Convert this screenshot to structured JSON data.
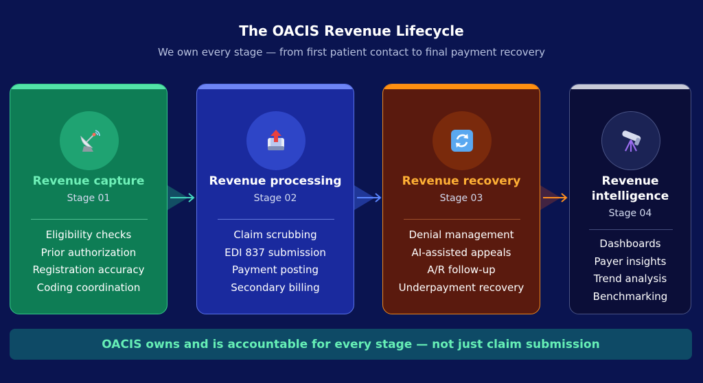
{
  "header": {
    "title": "The OACIS Revenue Lifecycle",
    "subtitle": "We own every stage — from first patient contact to final payment recovery"
  },
  "stages": [
    {
      "name": "Revenue capture",
      "stage": "Stage 01",
      "icon": "satellite-dish-icon",
      "accent": "#52e3a8",
      "items": [
        "Eligibility checks",
        "Prior authorization",
        "Registration accuracy",
        "Coding coordination"
      ]
    },
    {
      "name": "Revenue processing",
      "stage": "Stage 02",
      "icon": "outbox-tray-icon",
      "accent": "#6e85f5",
      "items": [
        "Claim scrubbing",
        "EDI 837 submission",
        "Payment posting",
        "Secondary billing"
      ]
    },
    {
      "name": "Revenue recovery",
      "stage": "Stage 03",
      "icon": "refresh-arrows-icon",
      "accent": "#ff8f10",
      "items": [
        "Denial management",
        "AI-assisted appeals",
        "A/R follow-up",
        "Underpayment recovery"
      ]
    },
    {
      "name_line1": "Revenue",
      "name_line2": "intelligence",
      "stage": "Stage 04",
      "icon": "telescope-icon",
      "accent": "#c8cad8",
      "items": [
        "Dashboards",
        "Payer insights",
        "Trend analysis",
        "Benchmarking"
      ]
    }
  ],
  "footer": {
    "text": "OACIS owns and is accountable for every stage — not just claim submission"
  }
}
